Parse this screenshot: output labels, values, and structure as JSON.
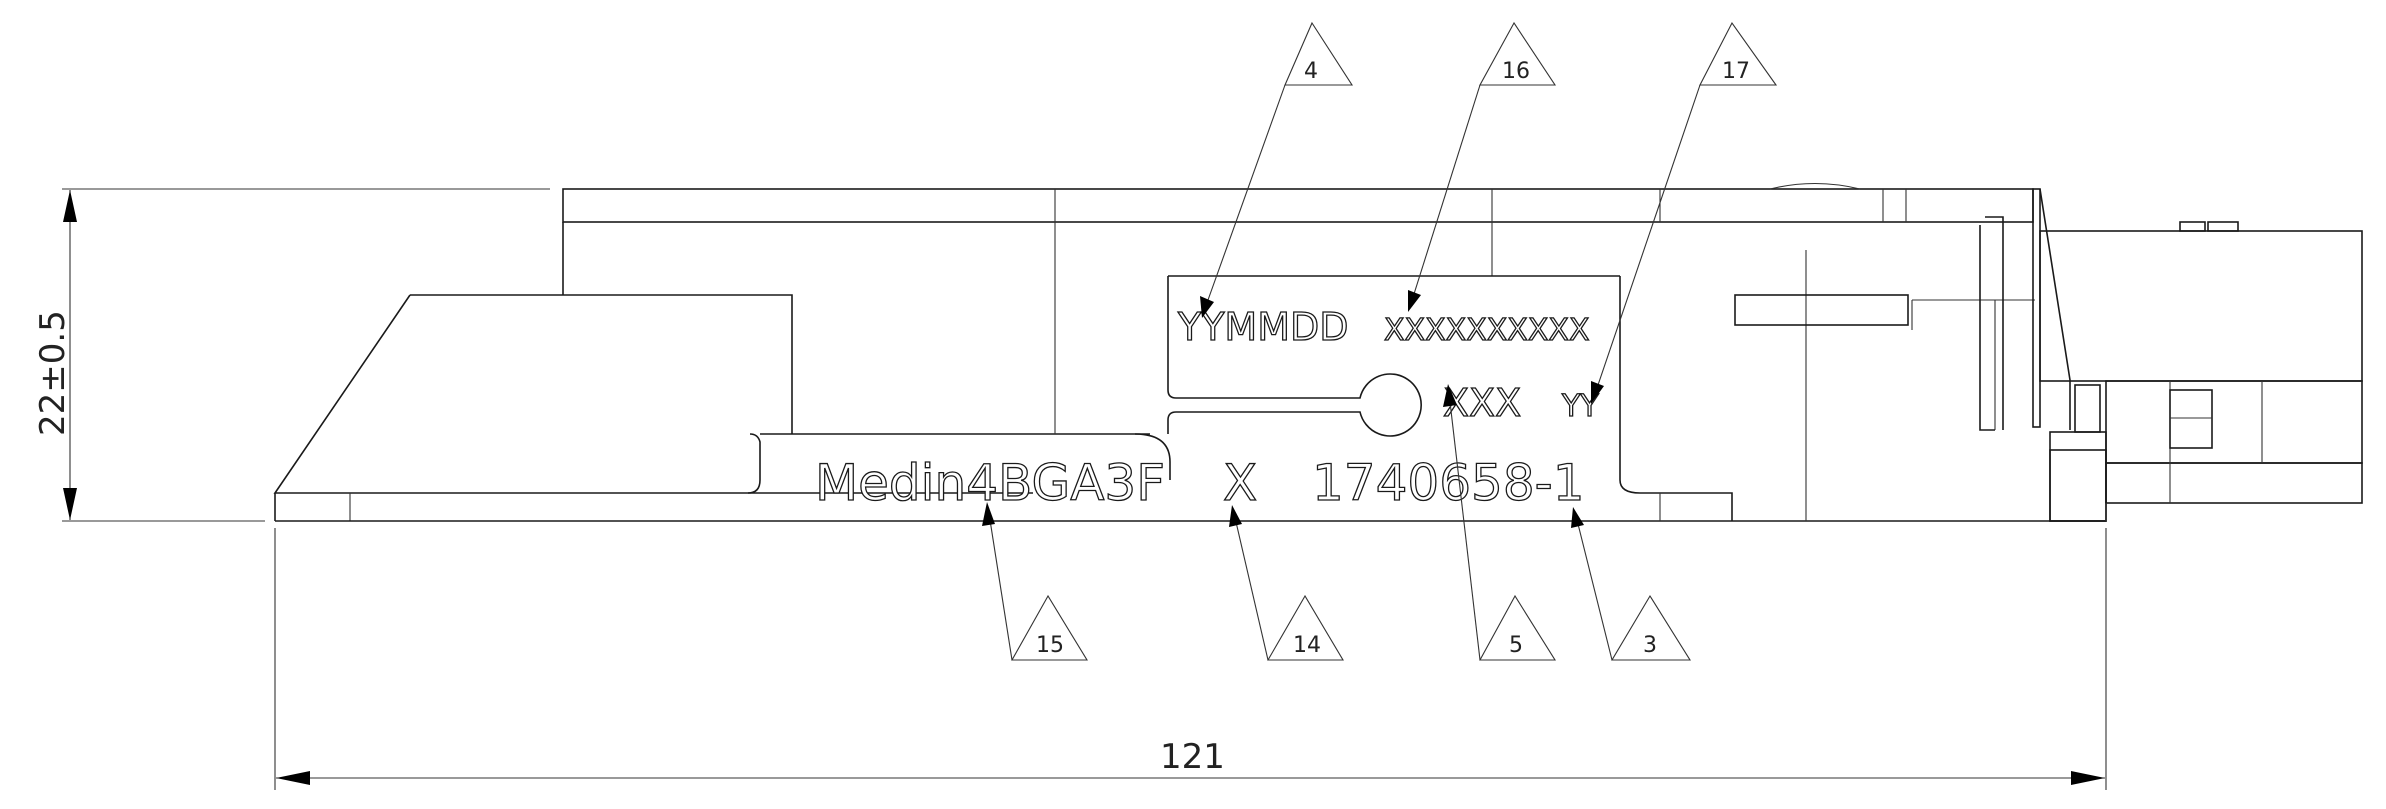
{
  "dimensions": {
    "height_label": "22±0.5",
    "width_label": "121"
  },
  "marking": {
    "date_code": "YYMMDD",
    "serial_code": "XXXXXXXXXX",
    "code_xxx": "XXX",
    "code_yy": "YY",
    "model": "Medin4BGA3F",
    "variant": "X",
    "part_number": "1740658-1"
  },
  "callouts": [
    "4",
    "16",
    "17",
    "15",
    "14",
    "5",
    "3"
  ]
}
